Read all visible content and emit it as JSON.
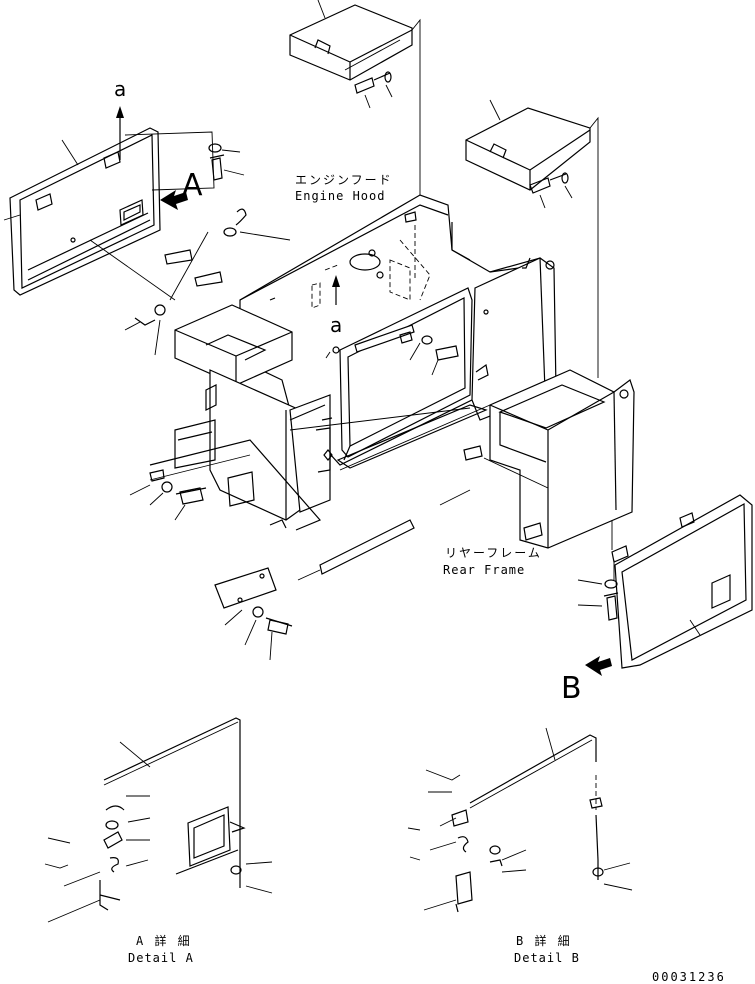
{
  "labels": {
    "engine_hood_jp": "エンジンフード",
    "engine_hood_en": "Engine Hood",
    "rear_frame_jp": "リヤーフレーム",
    "rear_frame_en": "Rear Frame",
    "view_a": "A",
    "view_b": "B",
    "ref_a_top": "a",
    "ref_a_mid": "a",
    "detail_a_jp": "A 詳 細",
    "detail_a_en": "Detail A",
    "detail_b_jp": "B 詳 細",
    "detail_b_en": "Detail B",
    "drawing_code": "00031236"
  }
}
